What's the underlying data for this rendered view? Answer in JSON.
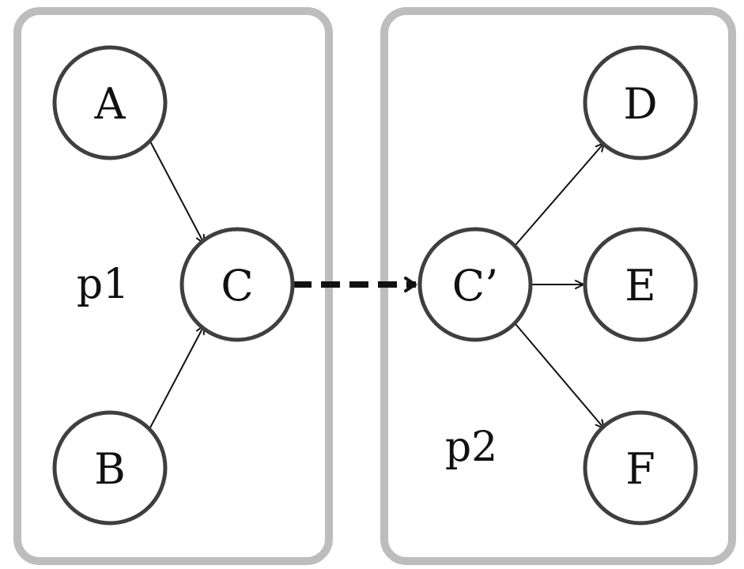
{
  "diagram": {
    "groups": [
      {
        "id": "p1",
        "label": "p1"
      },
      {
        "id": "p2",
        "label": "p2"
      }
    ],
    "nodes": [
      {
        "id": "A",
        "label": "A",
        "group": "p1"
      },
      {
        "id": "B",
        "label": "B",
        "group": "p1"
      },
      {
        "id": "C",
        "label": "C",
        "group": "p1"
      },
      {
        "id": "Cprime",
        "label": "C’",
        "group": "p2"
      },
      {
        "id": "D",
        "label": "D",
        "group": "p2"
      },
      {
        "id": "E",
        "label": "E",
        "group": "p2"
      },
      {
        "id": "F",
        "label": "F",
        "group": "p2"
      }
    ],
    "edges": [
      {
        "from": "A",
        "to": "C",
        "style": "solid"
      },
      {
        "from": "B",
        "to": "C",
        "style": "solid"
      },
      {
        "from": "C",
        "to": "Cprime",
        "style": "dashed"
      },
      {
        "from": "Cprime",
        "to": "D",
        "style": "solid"
      },
      {
        "from": "Cprime",
        "to": "E",
        "style": "solid"
      },
      {
        "from": "Cprime",
        "to": "F",
        "style": "solid"
      }
    ],
    "colors": {
      "group_border": "#bdbdbd",
      "node_border": "#3f3f3f",
      "edge": "#111111",
      "text": "#111111"
    }
  }
}
